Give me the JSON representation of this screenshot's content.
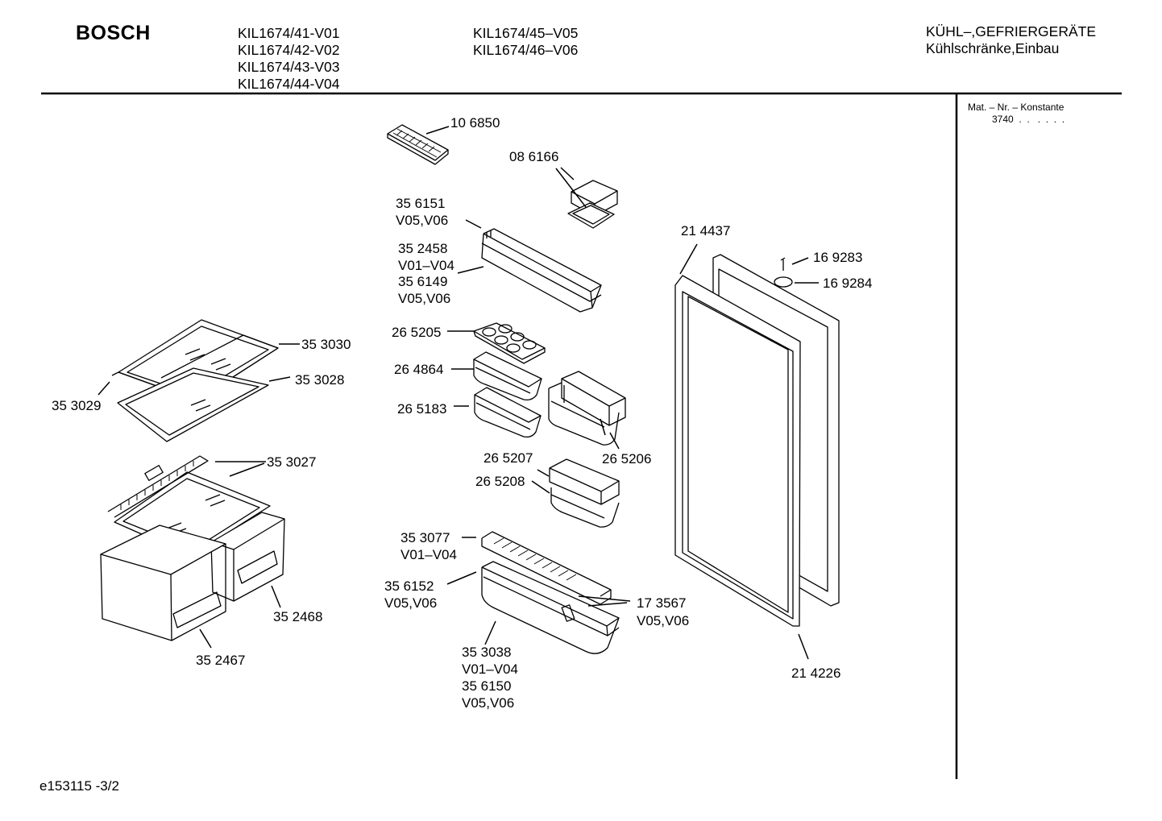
{
  "header": {
    "brand": "BOSCH",
    "models_col1": [
      "KIL1674/41-V01",
      "KIL1674/42-V02",
      "KIL1674/43-V03",
      "KIL1674/44-V04"
    ],
    "models_col2": [
      "KIL1674/45–V05",
      "KIL1674/46–V06"
    ],
    "category_line1": "KÜHL–,GEFRIERGERÄTE",
    "category_line2": "Kühlschränke,Einbau"
  },
  "sidebar": {
    "heading": "Mat. – Nr. – Konstante",
    "value": "3740  .  .   .  .  .  ."
  },
  "footer": {
    "code": "e153115 -3/2"
  },
  "parts": {
    "p106850": "10 6850",
    "p086166": "08 6166",
    "p356151": "35 6151",
    "p356151_var": "V05,V06",
    "p352458": "35 2458",
    "p352458_var": "V01–V04",
    "p356149": "35 6149",
    "p356149_var": "V05,V06",
    "p265205": "26 5205",
    "p264864": "26 4864",
    "p265183": "26 5183",
    "p265206": "26 5206",
    "p265207": "26 5207",
    "p265208": "26 5208",
    "p353077": "35 3077",
    "p353077_var": "V01–V04",
    "p356152": "35 6152",
    "p356152_var": "V05,V06",
    "p173567": "17 3567",
    "p173567_var": "V05,V06",
    "p353038": "35 3038",
    "p353038_var": "V01–V04",
    "p356150": "35 6150",
    "p356150_var": "V05,V06",
    "p214437": "21 4437",
    "p169283": "16 9283",
    "p169284": "16 9284",
    "p214226": "21 4226",
    "p353030": "35 3030",
    "p353028": "35 3028",
    "p353029": "35 3029",
    "p353027": "35 3027",
    "p352468": "35 2468",
    "p352467": "35 2467"
  }
}
